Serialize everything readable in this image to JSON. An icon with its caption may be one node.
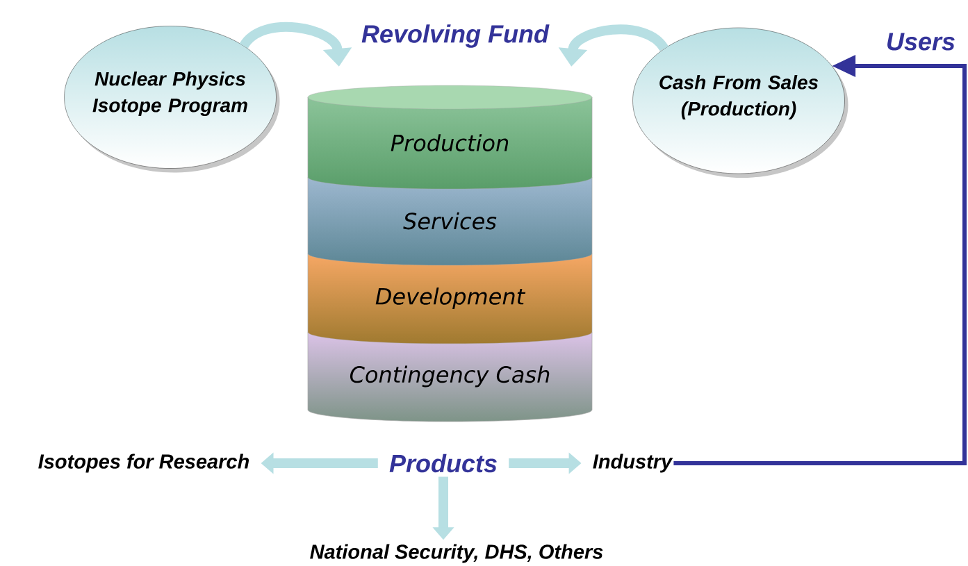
{
  "diagram": {
    "nodes": [
      {
        "text": [
          "Nuclear Physics Isotope Program"
        ]
      },
      {
        "text": [
          "Revolving Fund"
        ]
      },
      {
        "text": [],
        "shape": "cylinder"
      },
      {
        "text": [
          "Production"
        ],
        "in": 2
      },
      {
        "text": [
          "Services"
        ],
        "in": 2
      },
      {
        "text": [
          "Development"
        ],
        "in": 2
      },
      {
        "text": [
          "Contingency Cash"
        ],
        "in": 2
      },
      {
        "text": [
          "Cash From Sales (Production)"
        ]
      },
      {
        "text": [
          "Products"
        ]
      },
      {
        "text": [
          "Isotopes for Research"
        ]
      },
      {
        "text": [
          "Industry"
        ]
      },
      {
        "text": [
          "National Security, DHS, Others"
        ]
      }
    ],
    "edges": [
      {
        "from": 0,
        "to": 1,
        "arrow": "to"
      },
      {
        "from": 7,
        "to": 1,
        "arrow": "to"
      },
      {
        "from": 10,
        "to": 7,
        "arrow": "to",
        "label": "Users",
        "color": "#333399"
      },
      {
        "from": 8,
        "to": 9,
        "arrow": "to"
      },
      {
        "from": 8,
        "to": 10,
        "arrow": "to"
      },
      {
        "from": 8,
        "to": 11,
        "arrow": "to"
      }
    ]
  }
}
